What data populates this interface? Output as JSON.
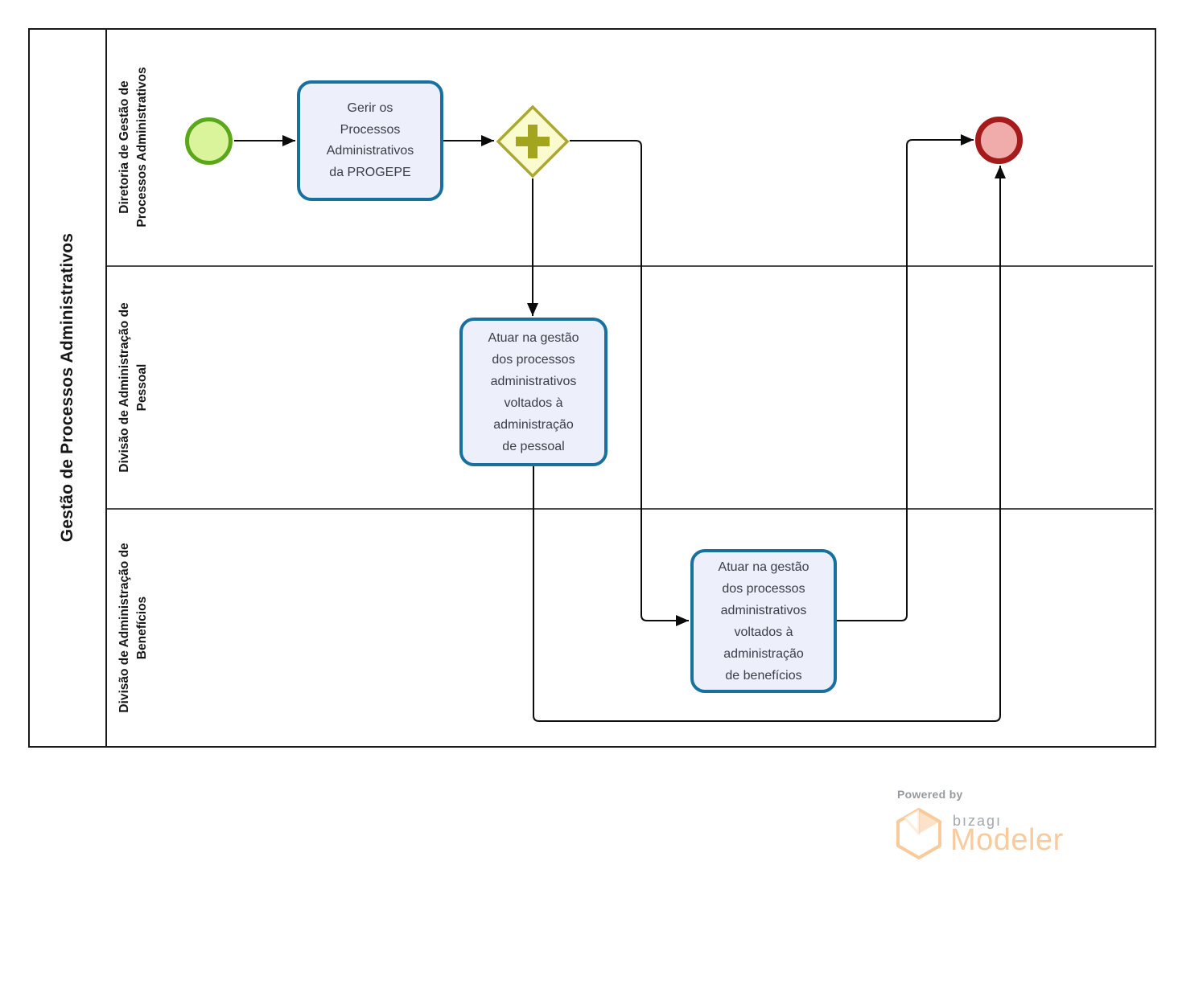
{
  "pool": {
    "title": "Gestão de Processos Administrativos",
    "lanes": [
      {
        "title": "Diretoria de Gestão de\nProcessos Administrativos"
      },
      {
        "title": "Divisão de Administração de\nPessoal"
      },
      {
        "title": "Divisão de Administração de\nBenefícios"
      }
    ]
  },
  "nodes": {
    "start_event": {
      "type": "start-event"
    },
    "task_gerir": {
      "label": "Gerir os\nProcessos\nAdministrativos\nda PROGEPE"
    },
    "gateway": {
      "type": "parallel-gateway"
    },
    "task_pessoal": {
      "label": "Atuar na gestão\ndos processos\nadministrativos\nvoltados à\nadministração\nde pessoal"
    },
    "task_beneficios": {
      "label": "Atuar na gestão\ndos processos\nadministrativos\nvoltados à\nadministração\nde benefícios"
    },
    "end_event": {
      "type": "end-event"
    }
  },
  "footer": {
    "powered_by": "Powered by",
    "brand": "bızagı",
    "product": "Modeler"
  },
  "colors": {
    "pool-border": "#1a1a1a",
    "lane-divider": "#4d4d4d",
    "flow": "#0b0b0b",
    "task-stroke": "#17709E",
    "task-fill": "#EDF0FB",
    "task-text": "#3A3E44",
    "start-stroke": "#5BA71B",
    "start-fill": "#D9F49B",
    "end-stroke": "#A51A1A",
    "end-fill": "#F0ACAB",
    "gateway-stroke": "#A8A832",
    "gateway-fill": "#FBFBD0",
    "gateway-plus": "#A3A51E",
    "brand-gray": "#97999E",
    "brand-gray2": "#A4A7AB",
    "brand-peach": "#F9CA9C"
  }
}
